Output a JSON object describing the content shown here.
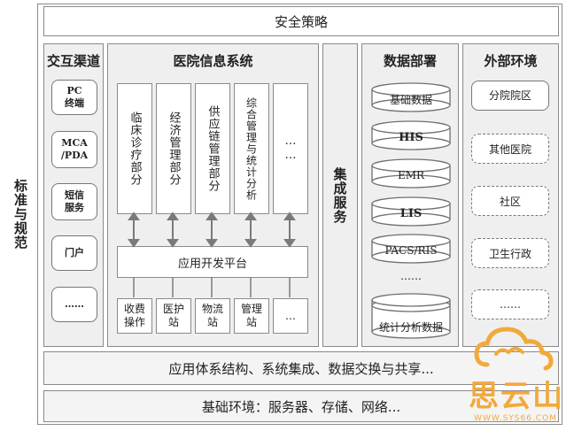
{
  "left_label": "标准与规范",
  "top_bar": "安全策略",
  "channels": {
    "title": "交互渠道",
    "items": [
      "PC\n终端",
      "MCA\n/PDA",
      "短信\n服务",
      "门户",
      "……"
    ]
  },
  "his": {
    "title": "医院信息系统",
    "columns": [
      "临床诊疗部分",
      "经济管理部分",
      "供应链管理部分",
      "综合管理与统计分析",
      "……"
    ],
    "platform": "应用开发平台",
    "bottom": [
      "收费\n操作",
      "医护\n站",
      "物流\n站",
      "管理\n站",
      "…"
    ]
  },
  "integration": "集成服务",
  "data_deploy": {
    "title": "数据部署",
    "items": [
      "基础数据",
      "HIS",
      "EMR",
      "LIS",
      "PACS/RIS",
      "……",
      "统计分析数据"
    ]
  },
  "external": {
    "title": "外部环境",
    "items": [
      "分院院区",
      "其他医院",
      "社区",
      "卫生行政",
      "……"
    ]
  },
  "app_bar": "应用体系结构、系统集成、数据交换与共享...",
  "base_bar": "基础环境：服务器、存储、网络...",
  "watermark": {
    "name": "思云山",
    "url": "WWW.SYS66.COM",
    "color": "#f2a93b"
  }
}
